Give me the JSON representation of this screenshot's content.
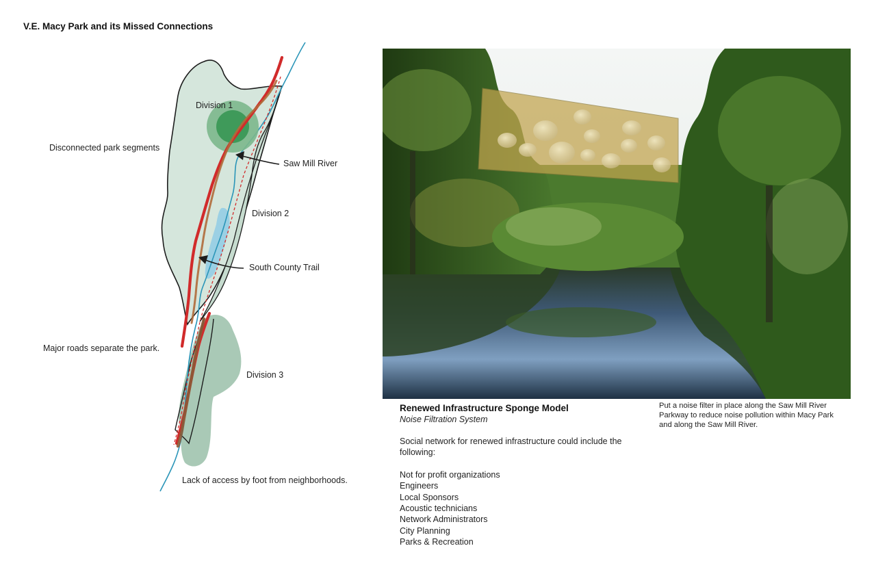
{
  "page_title": "V.E. Macy Park and its Missed Connections",
  "map": {
    "labels": {
      "division_1": "Division 1",
      "division_2": "Division 2",
      "division_3": "Division 3",
      "disconnected": "Disconnected park segments",
      "saw_mill_river": "Saw Mill River",
      "south_county_trail": "South County Trail",
      "major_roads": "Major roads separate the park.",
      "lack_of_access": "Lack of access by foot from neighborhoods."
    },
    "colors": {
      "park_fill": "#d5e6dc",
      "division3_fill": "#a9c9b6",
      "road": "#d12b2b",
      "trail": "#b06a3a",
      "river": "#2a95b8",
      "water": "#9bd0e4",
      "focus_dark": "#3f9a5a",
      "focus_light": "#7cb78c"
    }
  },
  "photo": {
    "colors": {
      "sky": "#eef2f1",
      "foliage_dark": "#274617",
      "foliage_mid": "#4b7a2e",
      "foliage_light": "#8aa960",
      "water_deep": "#1d3043",
      "water_sky": "#7f9fc0",
      "panel": "#c2a44e"
    }
  },
  "caption": {
    "title": "Renewed Infrastructure Sponge Model",
    "subtitle": "Noise Filtration System",
    "intro": "Social network for renewed infrastructure could include the following:",
    "list": [
      "Not for profit organizations",
      "Engineers",
      "Local Sponsors",
      "Acoustic technicians",
      "Network Administrators",
      "City Planning",
      "Parks & Recreation"
    ]
  },
  "side_note": "Put a noise filter in place along the Saw Mill River Parkway to reduce noise pollution within Macy Park and along the Saw Mill River."
}
